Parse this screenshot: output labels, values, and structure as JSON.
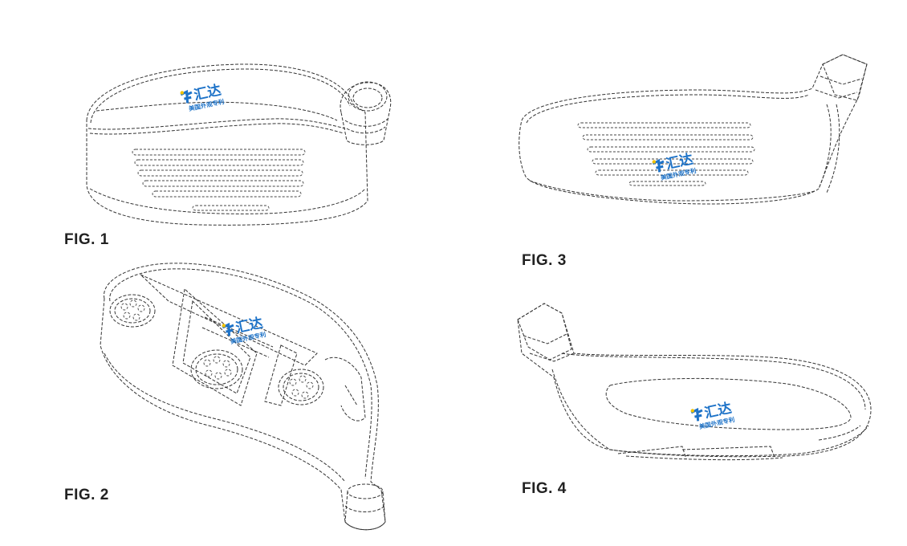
{
  "figures": [
    {
      "id": "fig1",
      "label": "FIG. 1"
    },
    {
      "id": "fig2",
      "label": "FIG. 2"
    },
    {
      "id": "fig3",
      "label": "FIG. 3"
    },
    {
      "id": "fig4",
      "label": "FIG. 4"
    }
  ],
  "watermark": {
    "main_text": "汇达",
    "sub_text": "美国外观专利",
    "color": "#1e73c8",
    "accent_color": "#f2c200"
  },
  "colors": {
    "line": "#333333",
    "label": "#222222",
    "background": "#ffffff"
  }
}
